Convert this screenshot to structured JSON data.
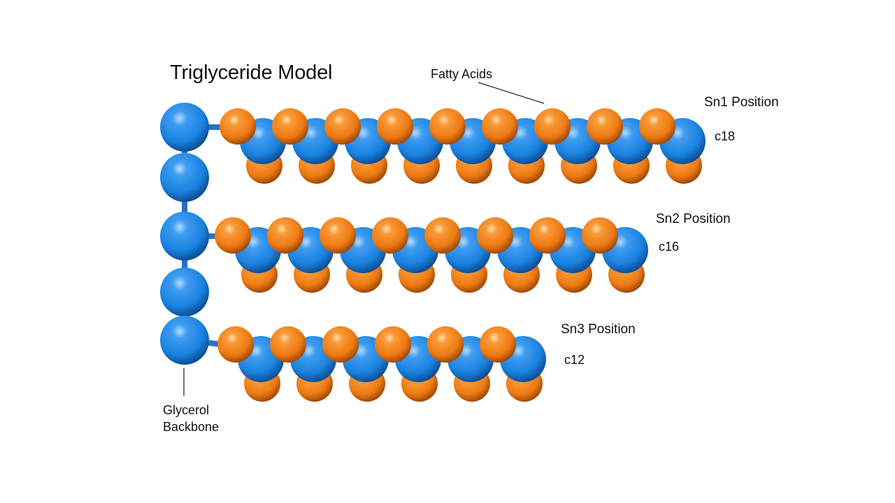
{
  "diagram": {
    "title": "Triglyceride Model",
    "fatty_acids_label": "Fatty Acids",
    "glycerol_label_line1": "Glycerol",
    "glycerol_label_line2": "Backbone",
    "chains": [
      {
        "position_label": "Sn1 Position",
        "carbon_label": "c18",
        "carbons": 18
      },
      {
        "position_label": "Sn2 Position",
        "carbon_label": "c16",
        "carbons": 16
      },
      {
        "position_label": "Sn3 Position",
        "carbon_label": "c12",
        "carbons": 12
      }
    ],
    "backbone_atoms": 5
  },
  "colors": {
    "carbon_atom": "#1a82e0",
    "hydrogen_atom": "#ee7a12",
    "bond": "#2a70c0",
    "label_text": "#111111",
    "background": "#ffffff"
  }
}
